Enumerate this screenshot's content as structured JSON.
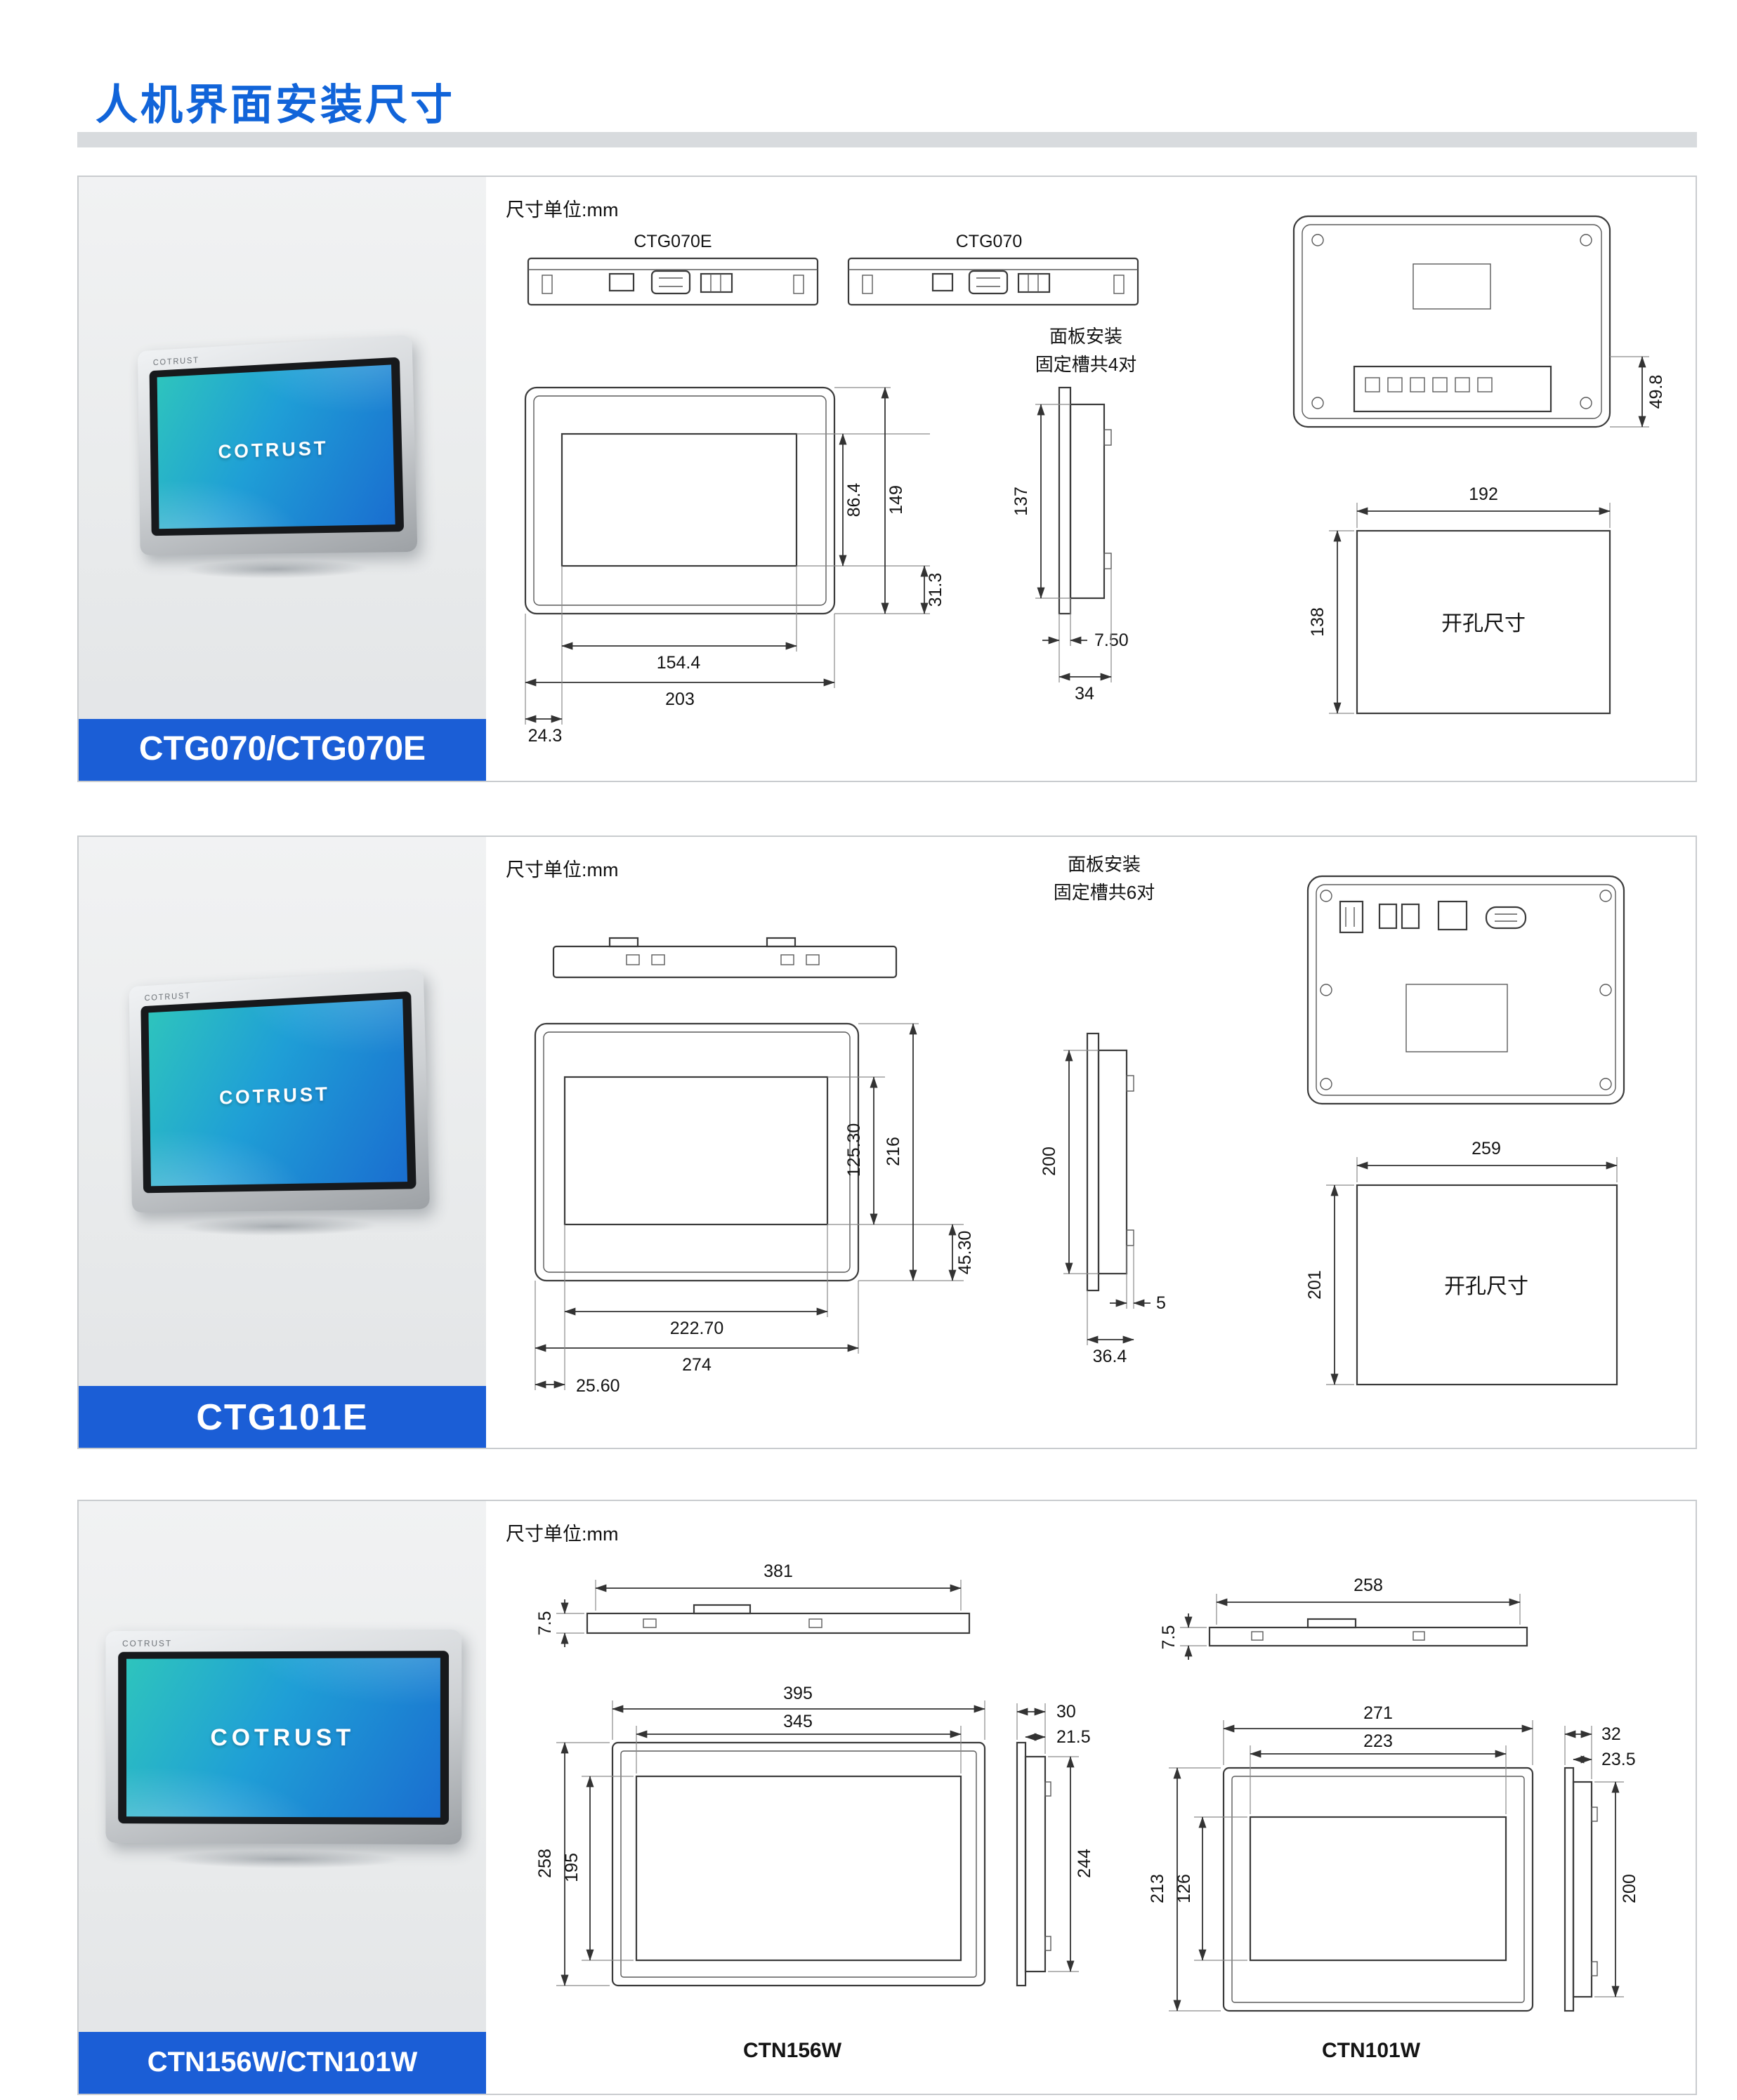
{
  "page": {
    "title": "人机界面安装尺寸",
    "brand": "COTRUST"
  },
  "sections": {
    "s1": {
      "label": "CTG070/CTG070E",
      "unit": "尺寸单位:mm",
      "model_left": "CTG070E",
      "model_right": "CTG070",
      "mount_note1": "面板安装",
      "mount_note2": "固定槽共4对",
      "cutout_label": "开孔尺寸",
      "dims": {
        "screen_h": "86.4",
        "overall_h": "149",
        "bottom_gap": "31.3",
        "screen_w": "154.4",
        "overall_w": "203",
        "left_gap": "24.3",
        "side_h": "137",
        "flange_t": "7.50",
        "side_d": "34",
        "rear_h": "49.8",
        "cut_w": "192",
        "cut_h": "138"
      }
    },
    "s2": {
      "label": "CTG101E",
      "unit": "尺寸单位:mm",
      "mount_note1": "面板安装",
      "mount_note2": "固定槽共6对",
      "cutout_label": "开孔尺寸",
      "dims": {
        "screen_h": "125.30",
        "overall_h": "216",
        "bottom_gap": "45.30",
        "screen_w": "222.70",
        "overall_w": "274",
        "left_gap": "25.60",
        "side_h": "200",
        "flange_t": "5",
        "side_d": "36.4",
        "cut_w": "259",
        "cut_h": "201"
      }
    },
    "s3": {
      "label": "CTN156W/CTN101W",
      "unit": "尺寸单位:mm",
      "m156": {
        "name": "CTN156W",
        "top_w": "381",
        "top_t": "7.5",
        "outer_w": "395",
        "inner_w": "345",
        "outer_h": "258",
        "inner_h": "195",
        "depth": "30",
        "depth2": "21.5",
        "side_h": "244"
      },
      "m101": {
        "name": "CTN101W",
        "top_w": "258",
        "top_t": "7.5",
        "outer_w": "271",
        "inner_w": "223",
        "outer_h": "213",
        "inner_h": "126",
        "depth": "32",
        "depth2": "23.5",
        "side_h": "200"
      }
    }
  }
}
